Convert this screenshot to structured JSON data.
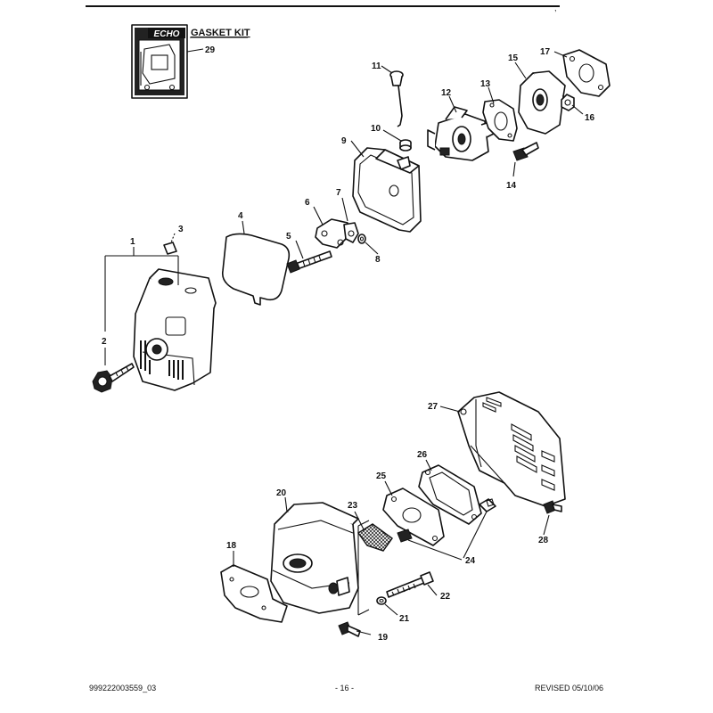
{
  "kit": {
    "title": "GASKET KIT",
    "logo_text": "ECHO",
    "callout": "29"
  },
  "callouts": [
    "1",
    "2",
    "3",
    "4",
    "5",
    "6",
    "7",
    "8",
    "9",
    "10",
    "11",
    "12",
    "13",
    "14",
    "15",
    "16",
    "17",
    "18",
    "19",
    "20",
    "21",
    "22",
    "23",
    "24",
    "25",
    "26",
    "27",
    "28"
  ],
  "footer": {
    "left": "999222003559_03",
    "center": "- 16 -",
    "right": "REVISED 05/10/06"
  }
}
